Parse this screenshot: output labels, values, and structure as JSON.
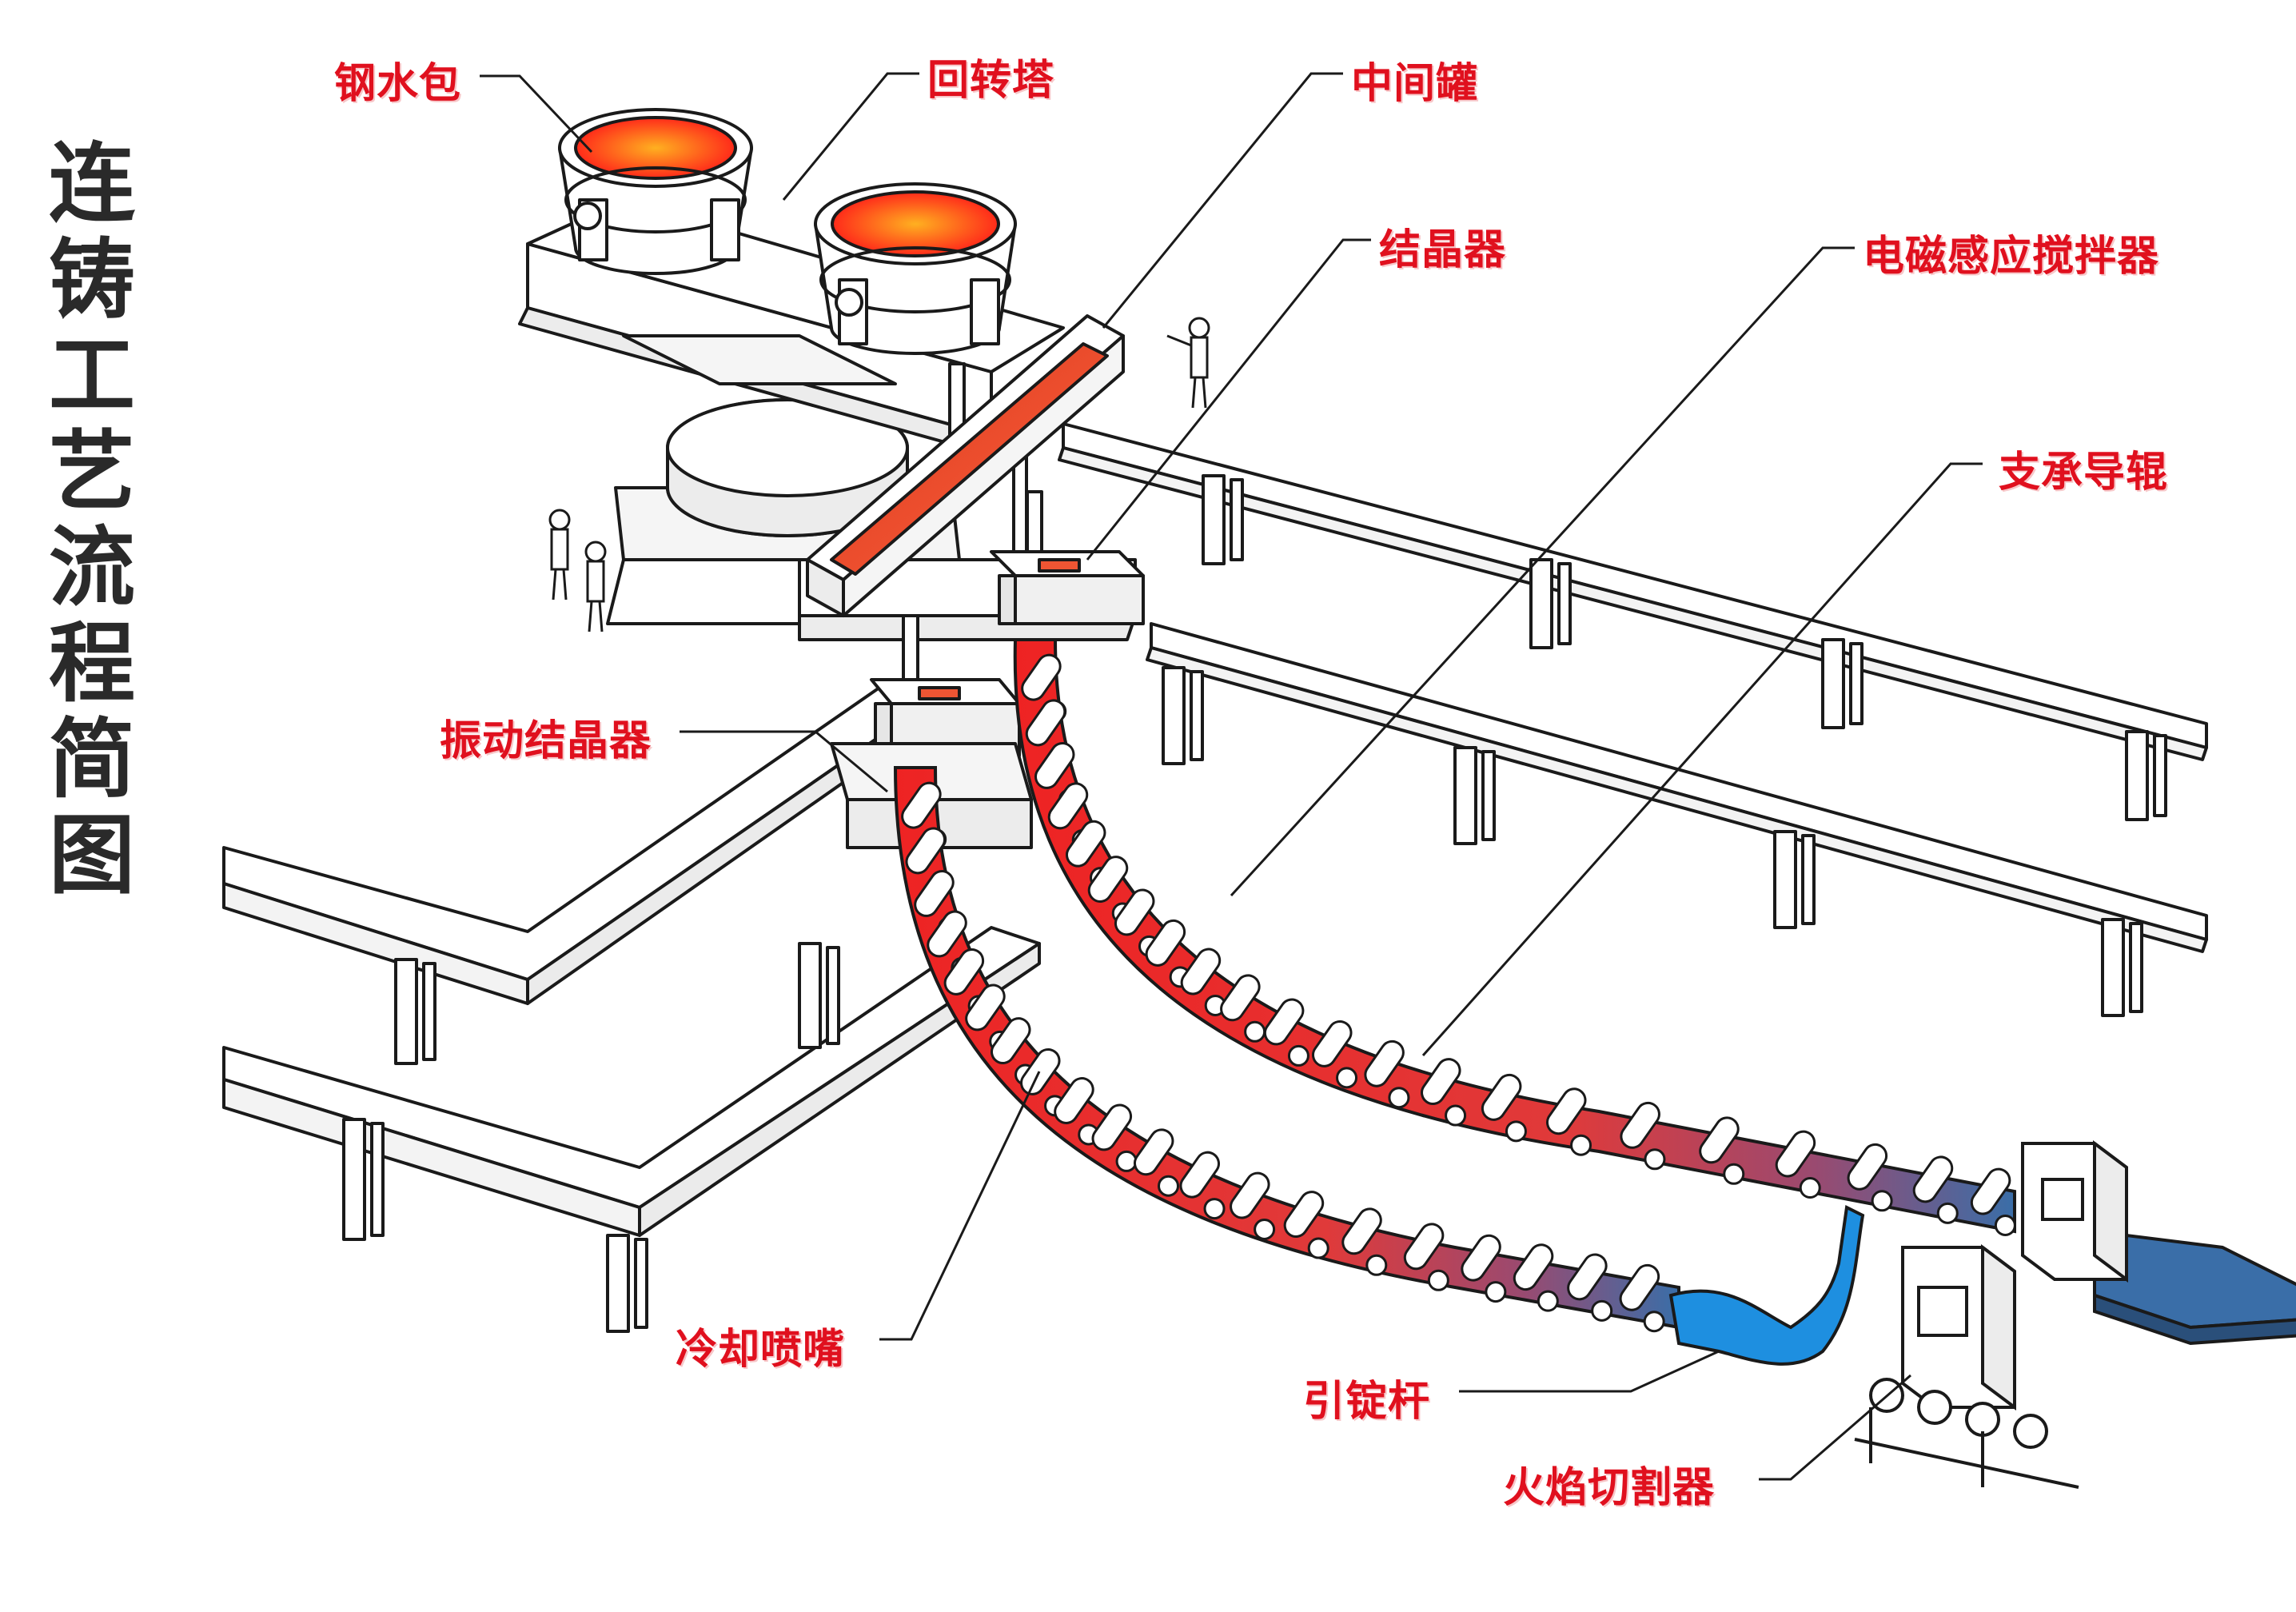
{
  "title_vertical": [
    "连",
    "铸",
    "工",
    "艺",
    "流",
    "程",
    "简",
    "图"
  ],
  "labels": {
    "ladle": "钢水包",
    "turret": "回转塔",
    "tundish": "中间罐",
    "mold": "结晶器",
    "ems": "电磁感应搅拌器",
    "support_rolls": "支承导辊",
    "osc_mold": "振动结晶器",
    "spray": "冷却喷嘴",
    "dummy_bar": "引锭杆",
    "torch_cutter": "火焰切割器"
  },
  "colors": {
    "label": "#e0101e",
    "molten": "#ff2a1a",
    "molten_core": "#ffb020",
    "strand_hot": "#ee2323",
    "strand_cool": "#3a6ea8",
    "dummy_bar": "#1e8fe0",
    "outline": "#1a1a1a"
  }
}
